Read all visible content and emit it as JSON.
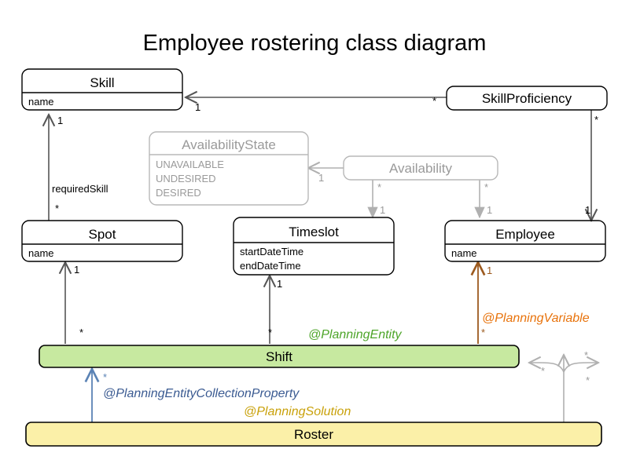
{
  "title": "Employee rostering class diagram",
  "colors": {
    "shift_fill": "#c7e9a0",
    "roster_fill": "#fbf0a8",
    "grey": "#9a9a9a",
    "brown": "#9c5a1f",
    "orange": "#e8730c",
    "green": "#4ea52a",
    "blue": "#3b5b92",
    "gold": "#c9a10a",
    "line": "#555555"
  },
  "classes": {
    "skill": {
      "name": "Skill",
      "attributes": [
        "name"
      ]
    },
    "skill_proficiency": {
      "name": "SkillProficiency",
      "attributes": []
    },
    "availability_state": {
      "name": "AvailabilityState",
      "attributes": [
        "UNAVAILABLE",
        "UNDESIRED",
        "DESIRED"
      ]
    },
    "availability": {
      "name": "Availability",
      "attributes": []
    },
    "spot": {
      "name": "Spot",
      "attributes": [
        "name"
      ]
    },
    "timeslot": {
      "name": "Timeslot",
      "attributes": [
        "startDateTime",
        "endDateTime"
      ]
    },
    "employee": {
      "name": "Employee",
      "attributes": [
        "name"
      ]
    },
    "shift": {
      "name": "Shift",
      "attributes": []
    },
    "roster": {
      "name": "Roster",
      "attributes": []
    }
  },
  "annotations": {
    "planning_entity": "@PlanningEntity",
    "planning_variable": "@PlanningVariable",
    "planning_entity_collection_property": "@PlanningEntityCollectionProperty",
    "planning_solution": "@PlanningSolution"
  },
  "roles": {
    "required_skill": "requiredSkill"
  },
  "multiplicities": {
    "one": "1",
    "many": "*",
    "skillproficiency_to_skill_target": "1",
    "skillproficiency_to_skill_source": "*",
    "spot_to_skill_target": "1",
    "spot_to_skill_source": "*",
    "availability_to_state": "1",
    "availability_to_timeslot_source": "*",
    "availability_to_timeslot_target": "1",
    "availability_to_employee_source": "*",
    "availability_to_employee_target": "1",
    "skillproficiency_to_employee_source": "*",
    "skillproficiency_to_employee_target": "1",
    "shift_to_spot_target": "1",
    "shift_to_spot_source": "*",
    "shift_to_timeslot_target": "1",
    "shift_to_timeslot_source": "*",
    "shift_to_employee_target": "1",
    "shift_to_employee_source": "*",
    "roster_to_shift_source": "*",
    "roster_branch_left": "*",
    "roster_branch_up": "*",
    "roster_branch_right": "*"
  }
}
